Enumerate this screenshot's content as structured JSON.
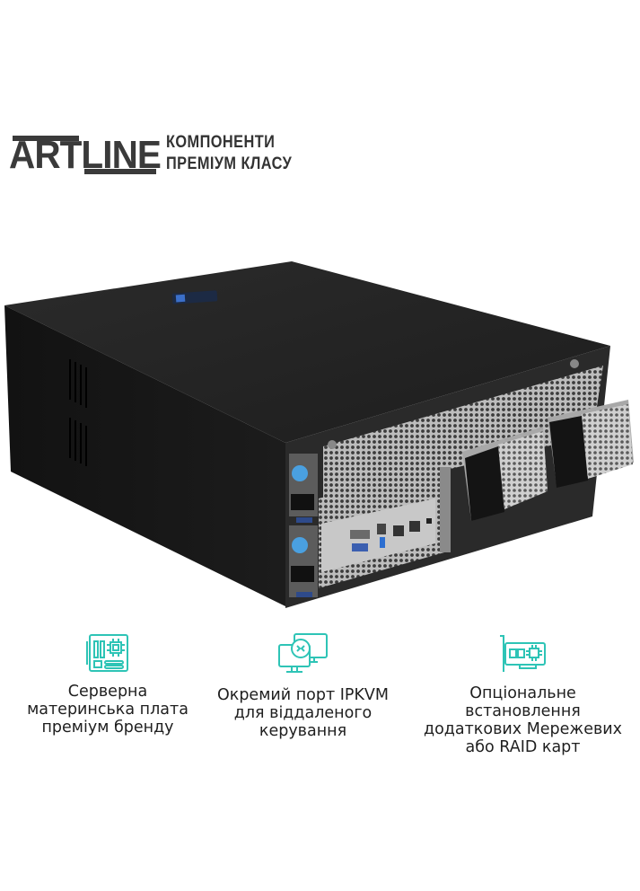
{
  "brand": {
    "logo_text": "ARTLINE",
    "tagline_line1": "КОМПОНЕНТИ",
    "tagline_line2": "ПРЕМІУМ КЛАСУ",
    "logo_color": "#3a3a3a"
  },
  "product": {
    "image_alt": "Rack server rear view with redundant power supplies, I/O ports and hot-swap fan modules"
  },
  "features": [
    {
      "icon": "motherboard-icon",
      "lines": [
        "Серверна",
        "материнська плата",
        "преміум бренду"
      ]
    },
    {
      "icon": "remote-desktop-icon",
      "lines": [
        "Окремий порт IPKVM",
        "для віддаленого",
        "керування"
      ]
    },
    {
      "icon": "expansion-card-icon",
      "lines": [
        "Опціональне",
        "встановлення",
        "додаткових Мережевих",
        "або RAID карт"
      ]
    }
  ],
  "colors": {
    "accent": "#2ec4b6",
    "text": "#1f1f1f",
    "background": "#ffffff"
  }
}
